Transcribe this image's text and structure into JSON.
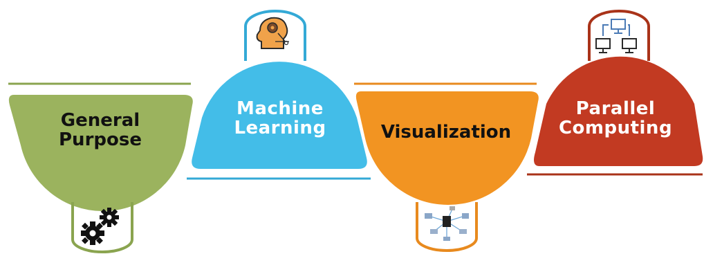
{
  "colors": {
    "general": "#9bb35e",
    "general_line": "#8aa44f",
    "ml": "#43bde8",
    "ml_line": "#34a9d6",
    "vis": "#f29422",
    "vis_line": "#e88a1e",
    "pc": "#c23a22",
    "pc_line": "#a93319"
  },
  "segments": [
    {
      "id": "general",
      "lines": [
        "General",
        "Purpose"
      ],
      "icon": "gears-icon"
    },
    {
      "id": "ml",
      "lines": [
        "Machine",
        "Learning"
      ],
      "icon": "ai-head-icon"
    },
    {
      "id": "vis",
      "lines": [
        "Visualization"
      ],
      "icon": "network-icon"
    },
    {
      "id": "pc",
      "lines": [
        "Parallel",
        "Computing"
      ],
      "icon": "computer-network-icon"
    }
  ]
}
